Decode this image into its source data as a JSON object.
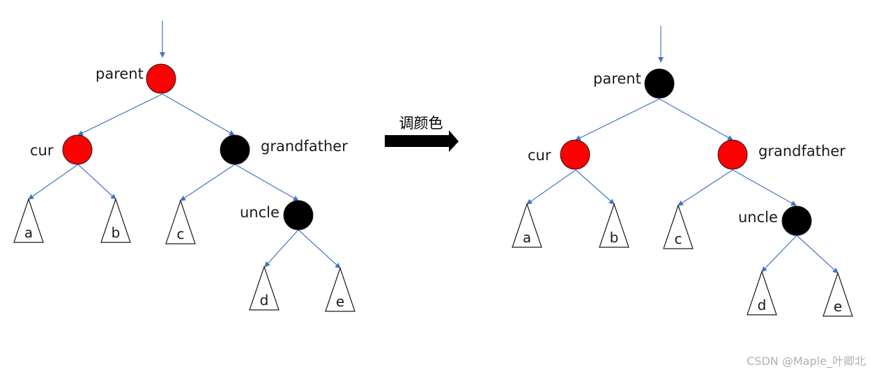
{
  "colors": {
    "red": "#ff0000",
    "black": "#000000",
    "edge": "#4472c4"
  },
  "arrow_label": "调颜色",
  "watermark": "CSDN @Maple_叶卿北",
  "before": {
    "parent": {
      "label": "parent",
      "color": "red"
    },
    "cur": {
      "label": "cur",
      "color": "red"
    },
    "grandfather": {
      "label": "grandfather",
      "color": "black"
    },
    "uncle": {
      "label": "uncle",
      "color": "black"
    },
    "leaves": {
      "a": "a",
      "b": "b",
      "c": "c",
      "d": "d",
      "e": "e"
    }
  },
  "after": {
    "parent": {
      "label": "parent",
      "color": "black"
    },
    "cur": {
      "label": "cur",
      "color": "red"
    },
    "grandfather": {
      "label": "grandfather",
      "color": "red"
    },
    "uncle": {
      "label": "uncle",
      "color": "black"
    },
    "leaves": {
      "a": "a",
      "b": "b",
      "c": "c",
      "d": "d",
      "e": "e"
    }
  }
}
